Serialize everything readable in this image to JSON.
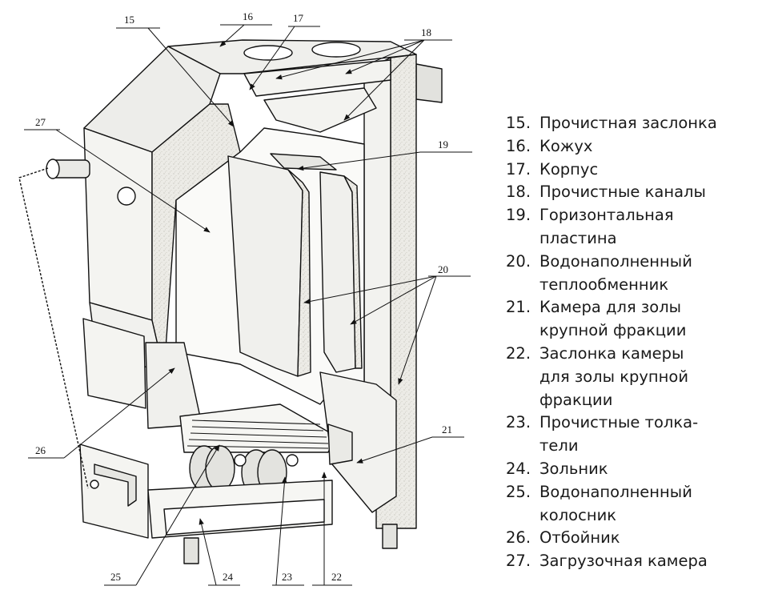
{
  "callouts": {
    "c15": "15",
    "c16": "16",
    "c17": "17",
    "c18": "18",
    "c19": "19",
    "c20": "20",
    "c21": "21",
    "c22": "22",
    "c23": "23",
    "c24": "24",
    "c25": "25",
    "c26": "26",
    "c27": "27"
  },
  "legend": [
    {
      "num": "15.",
      "text": "Прочистная заслонка"
    },
    {
      "num": "16.",
      "text": "Кожух"
    },
    {
      "num": "17.",
      "text": "Корпус"
    },
    {
      "num": "18.",
      "text": "Прочистные каналы"
    },
    {
      "num": "19.",
      "text": "Горизонтальная\nпластина"
    },
    {
      "num": "20.",
      "text": "Водонаполненный\nтеплообменник"
    },
    {
      "num": "21.",
      "text": "Камера для золы\nкрупной фракции"
    },
    {
      "num": "22.",
      "text": "Заслонка камеры\nдля золы крупной\nфракции"
    },
    {
      "num": "23.",
      "text": "Прочистные толка-\nтели"
    },
    {
      "num": "24.",
      "text": "Зольник"
    },
    {
      "num": "25.",
      "text": "Водонаполненный\nколосник"
    },
    {
      "num": "26.",
      "text": "Отбойник"
    },
    {
      "num": "27.",
      "text": "Загрузочная камера"
    }
  ]
}
